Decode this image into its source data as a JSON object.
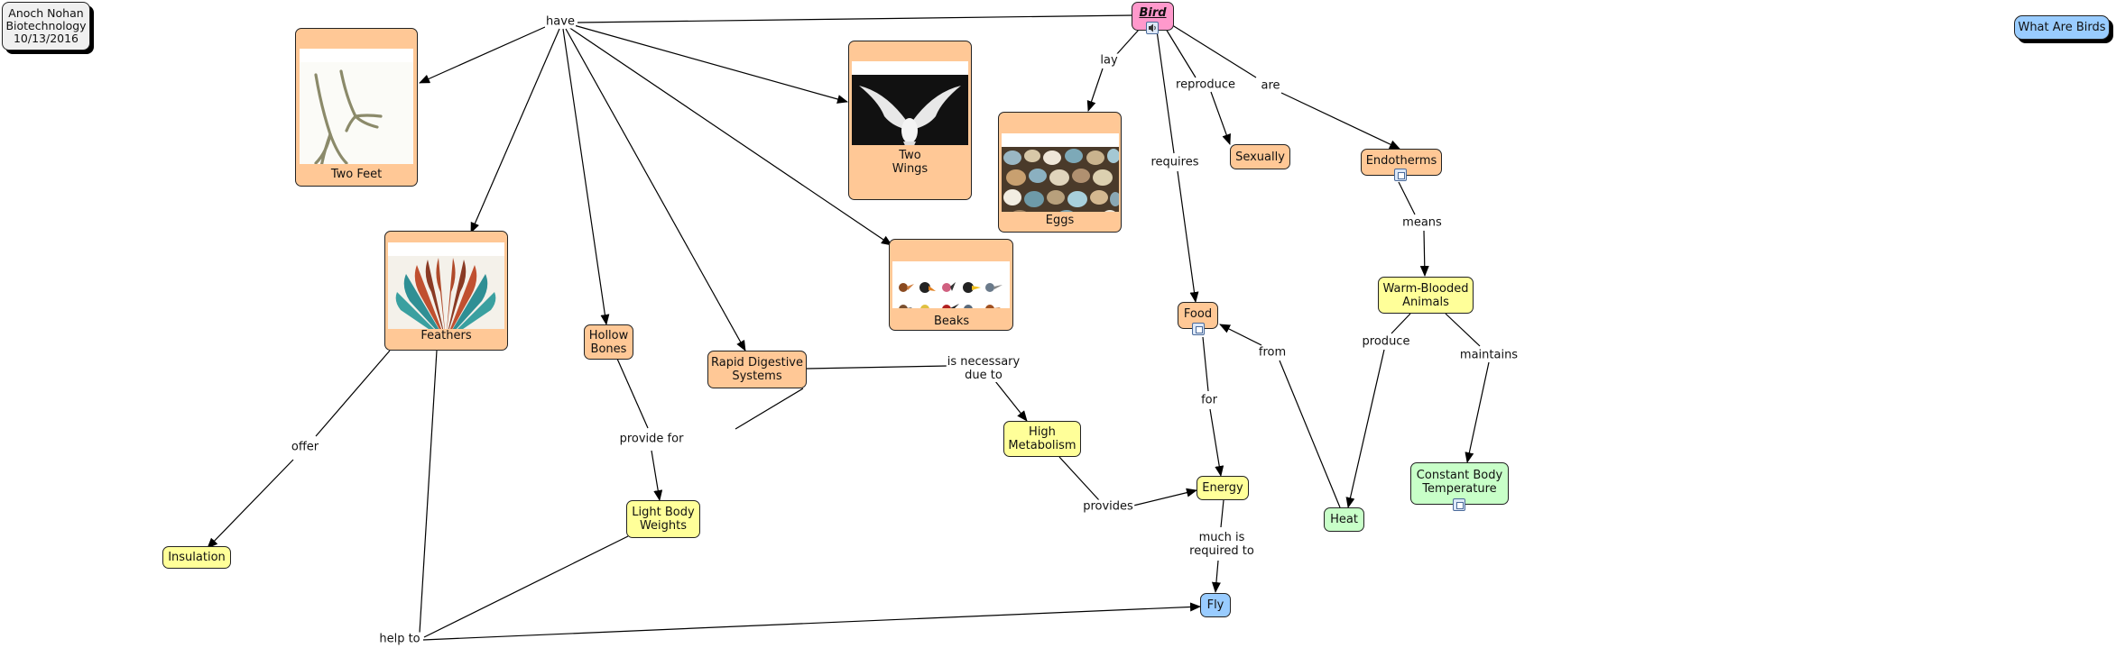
{
  "author_note": {
    "name": "Anoch Nohan",
    "course": "Biotechnology",
    "date": "10/13/2016"
  },
  "top_right_button": "What Are Birds",
  "concepts": {
    "bird": "Bird",
    "two_feet": "Two Feet",
    "two_wings": "Two\nWings",
    "eggs": "Eggs",
    "feathers": "Feathers",
    "beaks": "Beaks",
    "hollow_bones": "Hollow\nBones",
    "rapid_digestive": "Rapid Digestive\nSystems",
    "high_metabolism": "High\nMetabolism",
    "light_body": "Light Body\nWeights",
    "insulation": "Insulation",
    "sexually": "Sexually",
    "endotherms": "Endotherms",
    "warm_blooded": "Warm-Blooded\nAnimals",
    "food": "Food",
    "energy": "Energy",
    "heat": "Heat",
    "constant_temp": "Constant Body\nTemperature",
    "fly": "Fly"
  },
  "link_labels": {
    "have": "have",
    "lay": "lay",
    "reproduce": "reproduce",
    "are": "are",
    "requires": "requires",
    "means": "means",
    "offer": "offer",
    "provide_for": "provide for",
    "is_necessary": "is necessary\ndue to",
    "from": "from",
    "for": "for",
    "produce": "produce",
    "maintains": "maintains",
    "provides": "provides",
    "much_required": "much is\nrequired to",
    "help_to": "help to"
  },
  "colors": {
    "orange": "#ffc896",
    "yellow": "#ffff99",
    "green": "#c8ffc8",
    "blue": "#99ccff",
    "pink": "#ff99cc"
  }
}
